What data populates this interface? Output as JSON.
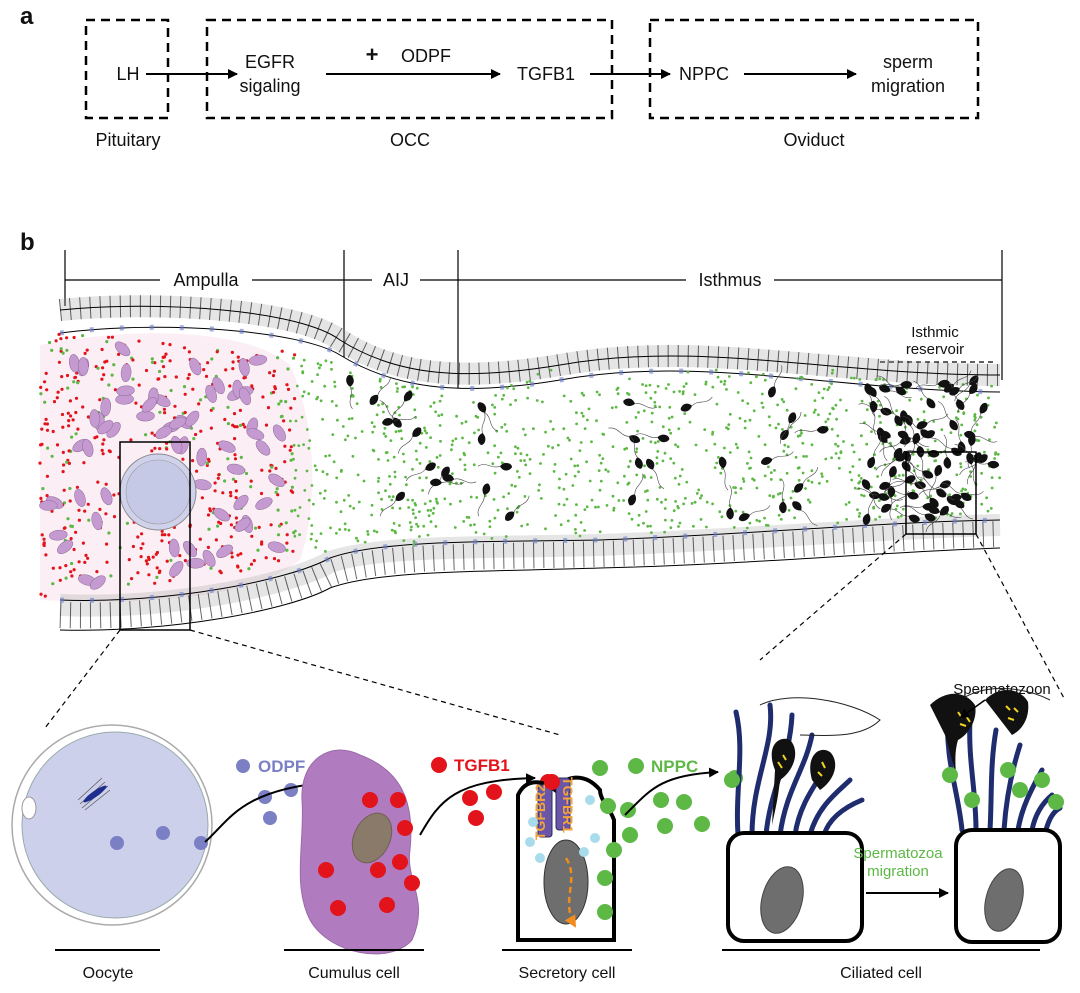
{
  "panel_a": {
    "label": "a",
    "nodes": {
      "lh": "LH",
      "egfr_line1": "EGFR",
      "egfr_line2": "sigaling",
      "tgfb1": "TGFB1",
      "nppc": "NPPC",
      "sperm_line1": "sperm",
      "sperm_line2": "migration"
    },
    "edge_label_plus": "+",
    "edge_label_odpf": "ODPF",
    "groups": {
      "pituitary": "Pituitary",
      "occ": "OCC",
      "oviduct": "Oviduct"
    }
  },
  "panel_b": {
    "label": "b",
    "regions": {
      "ampulla": "Ampulla",
      "aij": "AIJ",
      "isthmus": "Isthmus"
    },
    "isthmic_reservoir_line1": "Isthmic",
    "isthmic_reservoir_line2": "reservoir",
    "signals": {
      "odpf": "ODPF",
      "tgfb1": "TGFB1",
      "nppc": "NPPC"
    },
    "receptors": {
      "tgfbr1": "TGFBR1",
      "tgfbr2": "TGFBR2"
    },
    "spermatozoon": "Spermatozoon",
    "migration_line1": "Spermatozoa",
    "migration_line2": "migration",
    "cells": {
      "oocyte": "Oocyte",
      "cumulus": "Cumulus cell",
      "secretory": "Secretory cell",
      "ciliated": "Ciliated cell"
    },
    "colors": {
      "odpf": "#7b7fc4",
      "tgfb1": "#e3131b",
      "nppc": "#5db846",
      "migration_text": "#5db846",
      "cumulus_fill": "#b07bbf",
      "oocyte_fill": "#cdd0ea",
      "cilia": "#1f2d6e",
      "receptor": "#6a56a8"
    }
  }
}
